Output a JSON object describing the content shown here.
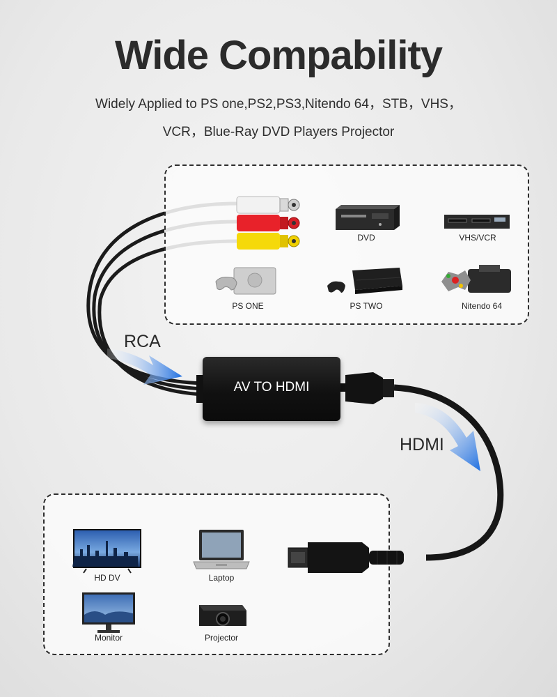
{
  "title": "Wide Compability",
  "subtitle_line1": "Widely Applied to PS one,PS2,PS3,Nitendo 64，STB，VHS，",
  "subtitle_line2": "VCR，Blue-Ray DVD Players Projector",
  "sources": {
    "dvd": "DVD",
    "vhs_vcr": "VHS/VCR",
    "ps_one": "PS ONE",
    "ps_two": "PS TWO",
    "nitendo64": "Nitendo 64"
  },
  "adapter_label": "AV TO HDMI",
  "rca_label": "RCA",
  "hdmi_label": "HDMI",
  "displays": {
    "hd_dv": "HD DV",
    "laptop": "Laptop",
    "monitor": "Monitor",
    "projector": "Projector"
  },
  "colors": {
    "rca_white": "#f2f2f2",
    "rca_red": "#e8222a",
    "rca_yellow": "#f5d90a",
    "arrow_blue": "#1f6fe0"
  }
}
